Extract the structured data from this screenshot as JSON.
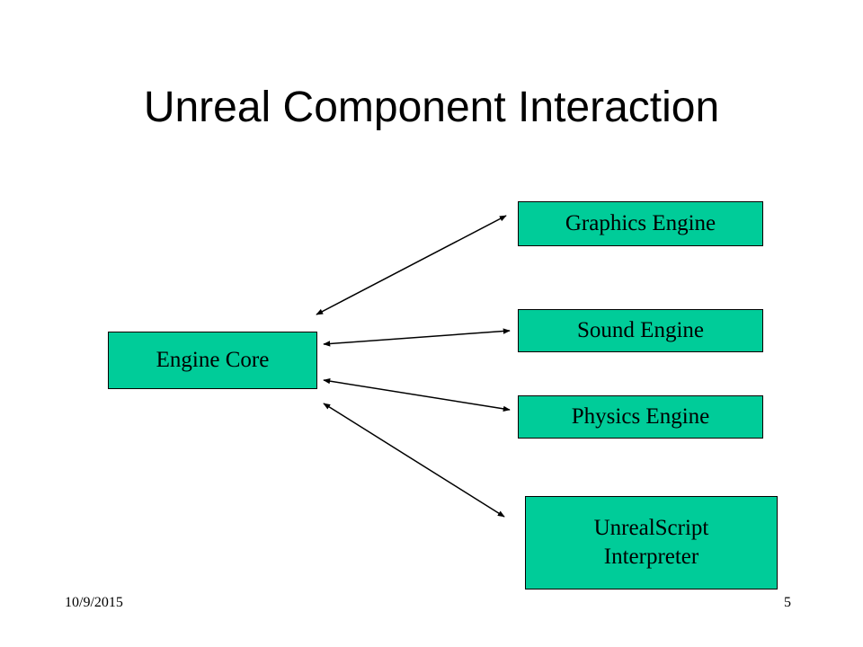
{
  "slide": {
    "title": "Unreal Component Interaction",
    "date": "10/9/2015",
    "page_number": "5"
  },
  "diagram": {
    "node_fill": "#00CC99",
    "nodes": {
      "engine_core": "Engine Core",
      "graphics_engine": "Graphics Engine",
      "sound_engine": "Sound Engine",
      "physics_engine": "Physics Engine",
      "unrealscript_line1": "UnrealScript",
      "unrealscript_line2": "Interpreter"
    },
    "edges": [
      {
        "from": "Engine Core",
        "to": "Graphics Engine",
        "bidirectional": true
      },
      {
        "from": "Engine Core",
        "to": "Sound Engine",
        "bidirectional": true
      },
      {
        "from": "Engine Core",
        "to": "Physics Engine",
        "bidirectional": true
      },
      {
        "from": "Engine Core",
        "to": "UnrealScript Interpreter",
        "bidirectional": true
      }
    ]
  }
}
